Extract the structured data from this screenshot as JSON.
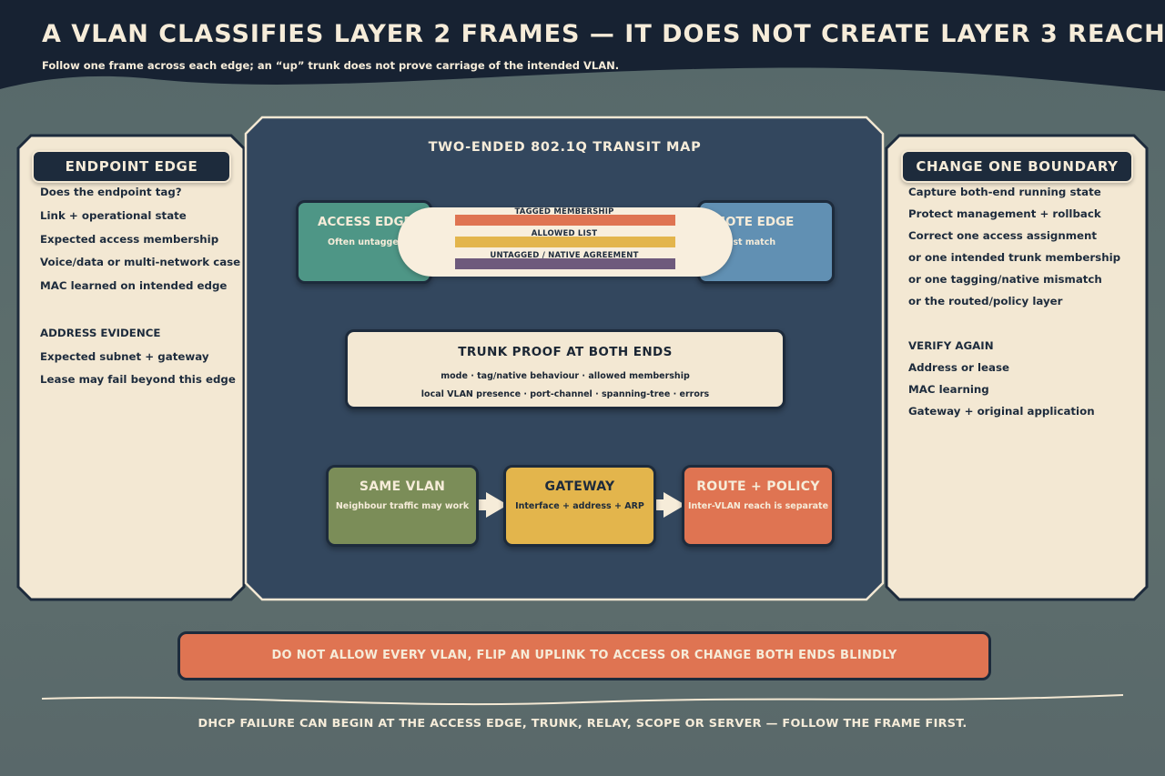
{
  "header": {
    "title": "A VLAN CLASSIFIES LAYER 2 FRAMES — IT DOES NOT CREATE LAYER 3 REACH",
    "subtitle": "Follow one frame across each edge; an “up” trunk does not prove carriage of the intended VLAN."
  },
  "left_panel": {
    "title": "ENDPOINT EDGE",
    "items": [
      "Does the endpoint tag?",
      "Link + operational state",
      "Expected access membership",
      "Voice/data or multi-network case",
      "MAC learned on intended edge",
      "",
      "ADDRESS EVIDENCE",
      "Expected subnet + gateway",
      "Lease may fail beyond this edge"
    ]
  },
  "right_panel": {
    "title": "CHANGE ONE BOUNDARY",
    "items": [
      "Capture both-end running state",
      "Protect management + rollback",
      "Correct one access assignment",
      "or one intended trunk membership",
      "or one tagging/native mismatch",
      "or the routed/policy layer",
      "",
      "VERIFY AGAIN",
      "Address or lease",
      "MAC learning",
      "Gateway + original application"
    ]
  },
  "center": {
    "title": "TWO-ENDED 802.1Q TRANSIT MAP",
    "access_edge": {
      "title": "ACCESS EDGE",
      "subtitle": "Often untagged"
    },
    "remote_edge": {
      "title": "REMOTE EDGE",
      "subtitle": "Classification must match"
    },
    "bands": [
      {
        "label": "TAGGED MEMBERSHIP",
        "color": "#df7452"
      },
      {
        "label": "ALLOWED LIST",
        "color": "#e3b54c"
      },
      {
        "label": "UNTAGGED / NATIVE AGREEMENT",
        "color": "#6e5a7c"
      }
    ],
    "proof": {
      "title": "TRUNK PROOF AT BOTH ENDS",
      "line1": "mode · tag/native behaviour · allowed membership",
      "line2": "local VLAN presence · port-channel · spanning-tree · errors"
    },
    "flow": [
      {
        "title": "SAME VLAN",
        "subtitle": "Neighbour traffic may work",
        "color": "#7b8d58"
      },
      {
        "title": "GATEWAY",
        "subtitle": "Interface + address + ARP",
        "color": "#e3b54c"
      },
      {
        "title": "ROUTE + POLICY",
        "subtitle": "Inter-VLAN reach is separate",
        "color": "#df7452"
      }
    ]
  },
  "warning": "DO NOT ALLOW EVERY VLAN, FLIP AN UPLINK TO ACCESS OR CHANGE BOTH ENDS BLINDLY",
  "footer": "DHCP FAILURE CAN BEGIN AT THE ACCESS EDGE, TRUNK, RELAY, SCOPE OR SERVER — FOLLOW THE FRAME FIRST.",
  "colors": {
    "navy": "#1d2b3c",
    "cream": "#f3e8d3",
    "teal": "#4e9686",
    "steel_blue": "#6190b3",
    "panel_blue": "#33475e"
  }
}
